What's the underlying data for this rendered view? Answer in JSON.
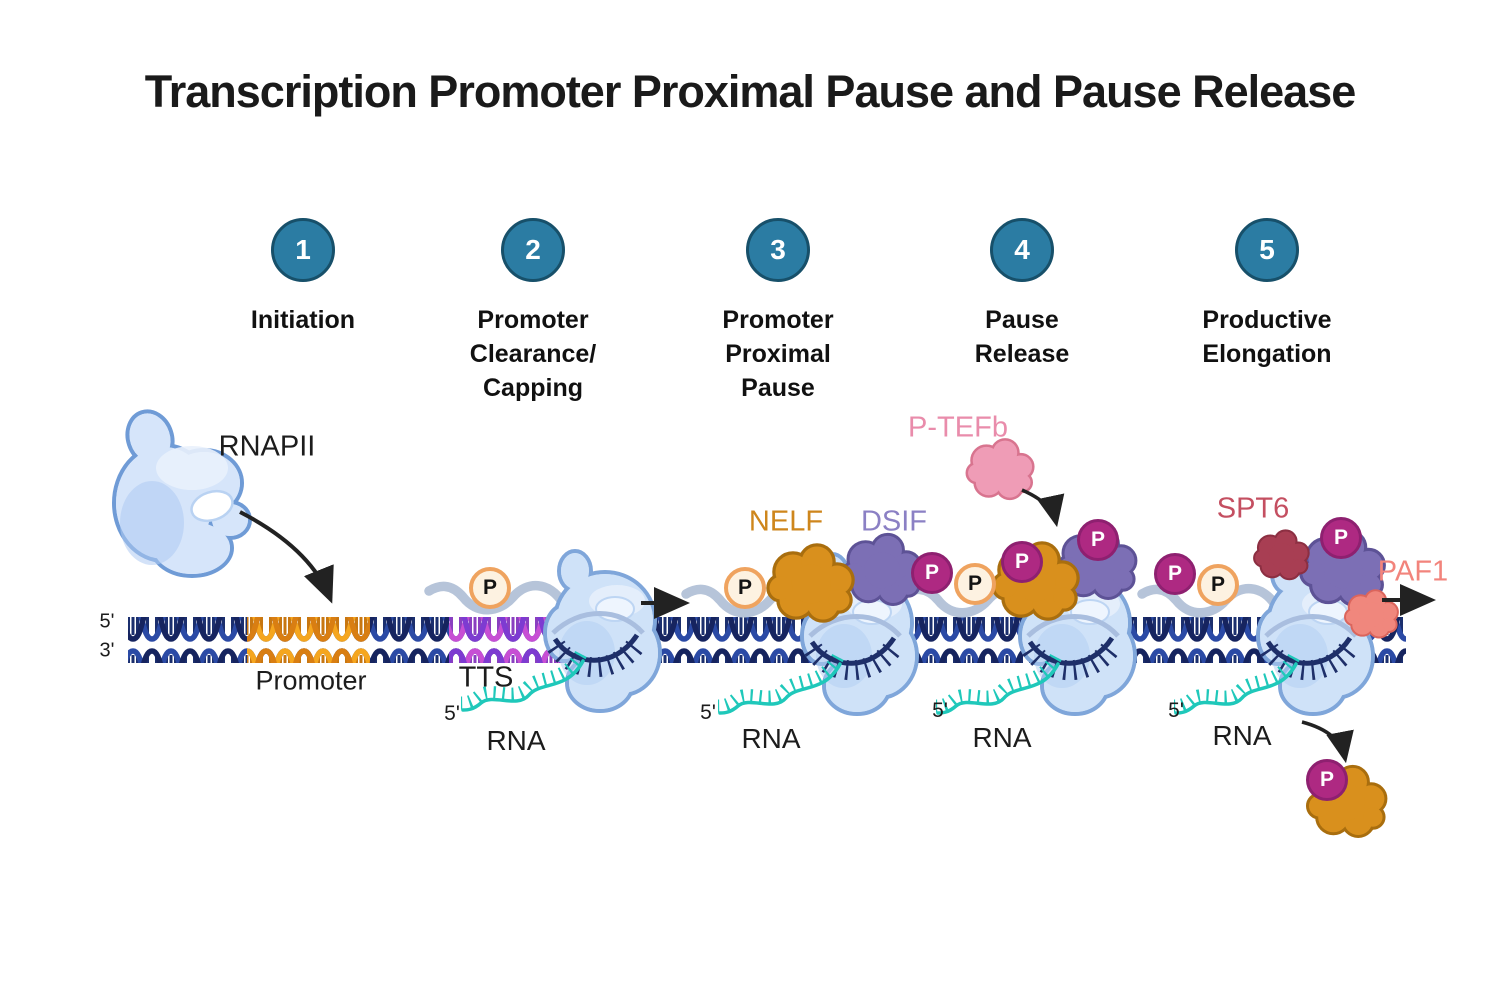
{
  "title": "Transcription Promoter Proximal Pause and Pause Release",
  "steps": [
    {
      "number": "1",
      "label": "Initiation"
    },
    {
      "number": "2",
      "label": "Promoter Clearance/ Capping"
    },
    {
      "number": "3",
      "label": "Promoter Proximal Pause"
    },
    {
      "number": "4",
      "label": "Pause Release"
    },
    {
      "number": "5",
      "label": "Productive Elongation"
    }
  ],
  "dna": {
    "five_prime_label": "5'",
    "three_prime_label": "3'",
    "promoter_label": "Promoter",
    "tts_label": "TTS"
  },
  "proteins": {
    "rnapii": "RNAPII",
    "nelf": "NELF",
    "dsif": "DSIF",
    "ptefb": "P-TEFb",
    "spt6": "SPT6",
    "paf1": "PAF1"
  },
  "rna": {
    "label": "RNA",
    "five_prime": "5'"
  },
  "phospho": {
    "letter": "P"
  },
  "colors": {
    "step_circle": "#2b7ca3",
    "step_circle_border": "#17506a",
    "dna_navy_dark": "#16245f",
    "dna_navy_light": "#2b4aa5",
    "promoter_orange_dark": "#d97e12",
    "promoter_orange_light": "#f5a61f",
    "tts_violet": "#7d3bd1",
    "tts_magenta": "#c74fd4",
    "rna_teal": "#1fc8ba",
    "polymerase_blue": "#cfe2f8",
    "ctd_gray": "#b6c4d9",
    "nelf_orange": "#d9901d",
    "dsif_purple": "#7c6fb5",
    "ptefb_pink": "#ef9cb6",
    "spt6_red": "#a83e53",
    "paf1_salmon": "#f0877d",
    "phospho_magenta": "#ae2982",
    "phospho_cream_fill": "#fdf2e1",
    "phospho_cream_border": "#efa35f",
    "arrow_black": "#222222"
  }
}
